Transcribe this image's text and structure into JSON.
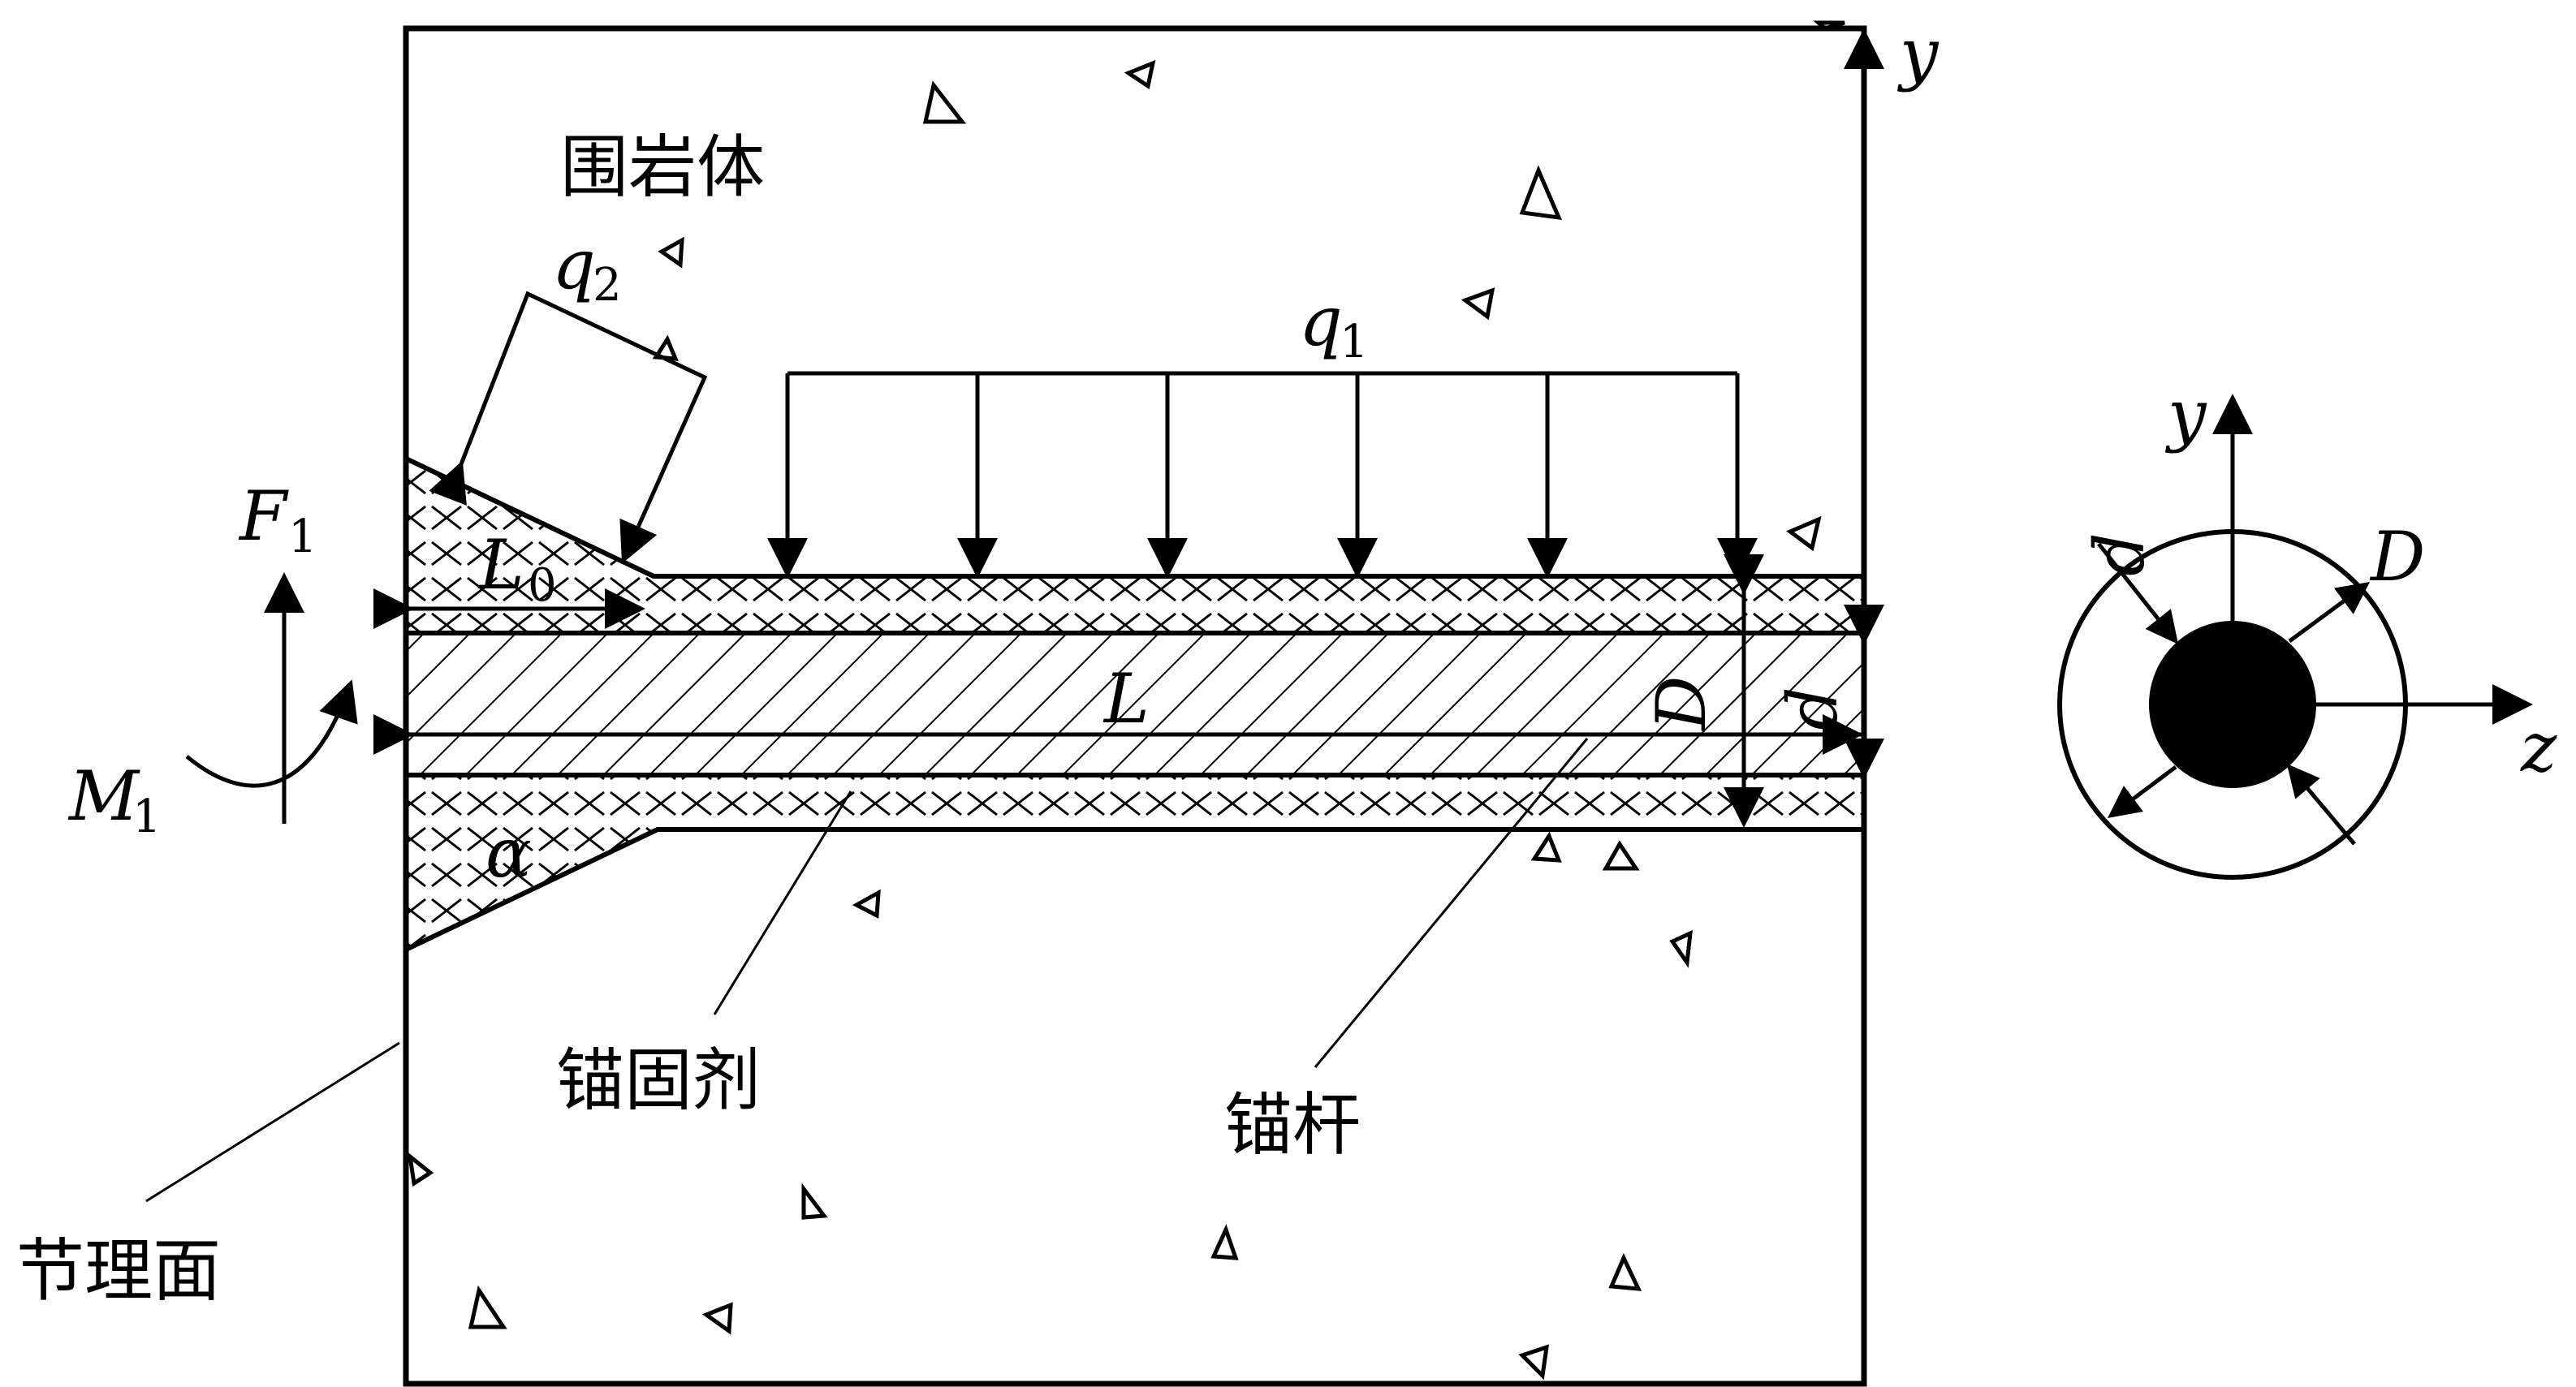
{
  "labels": {
    "surrounding_rock": "围岩体",
    "anchoring_agent": "锚固剂",
    "anchor_bolt": "锚杆",
    "joint_plane": "节理面"
  },
  "symbols": {
    "q1": "q",
    "q1_sub": "1",
    "q2": "q",
    "q2_sub": "2",
    "F1": "F",
    "F1_sub": "1",
    "M1": "M",
    "M1_sub": "1",
    "L0": "L",
    "L0_sub": "0",
    "L": "L",
    "D": "D",
    "d": "d",
    "alpha": "α",
    "y_main": "y",
    "y_section": "y",
    "z_section": "z",
    "D_section": "D",
    "d_section": "d"
  },
  "colors": {
    "line": "#000000",
    "background": "#ffffff",
    "bolt_core": "#000000"
  }
}
